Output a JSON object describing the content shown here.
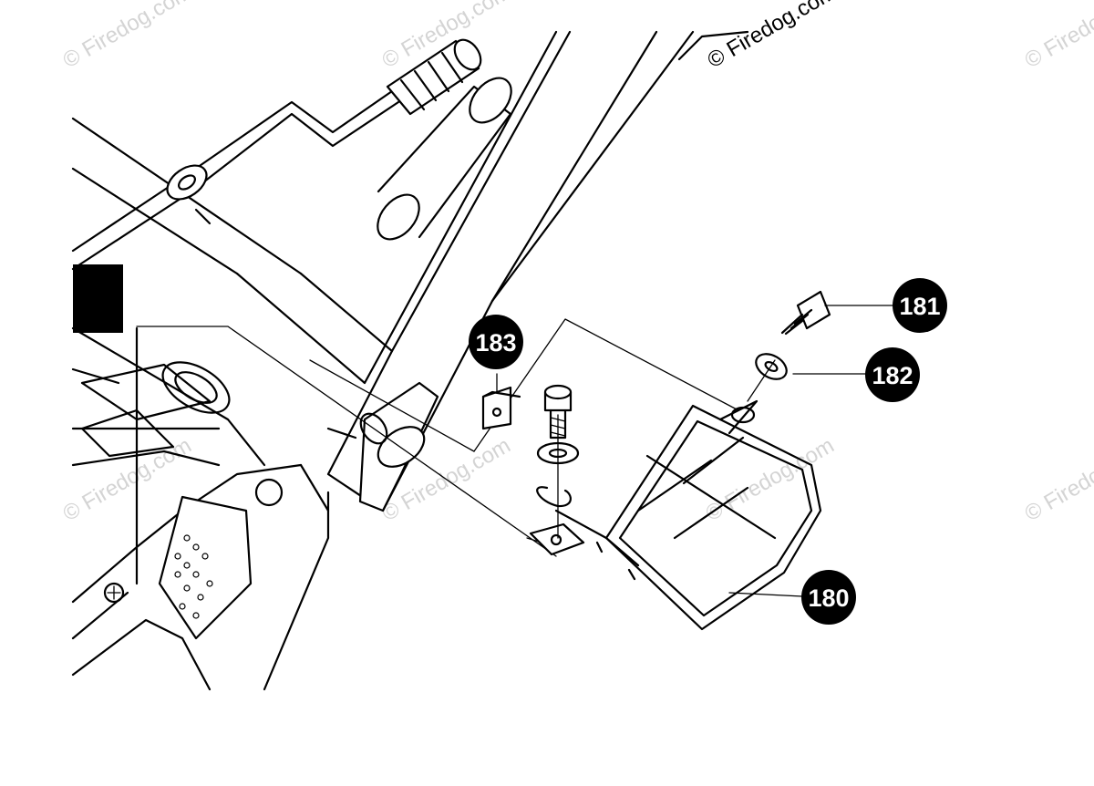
{
  "watermark_text": "© Firedog.com",
  "callouts": {
    "c180": "180",
    "c181": "181",
    "c182": "182",
    "c183": "183"
  },
  "colors": {
    "ink": "#000000",
    "background": "#ffffff",
    "watermark": "#d4d4d4"
  }
}
